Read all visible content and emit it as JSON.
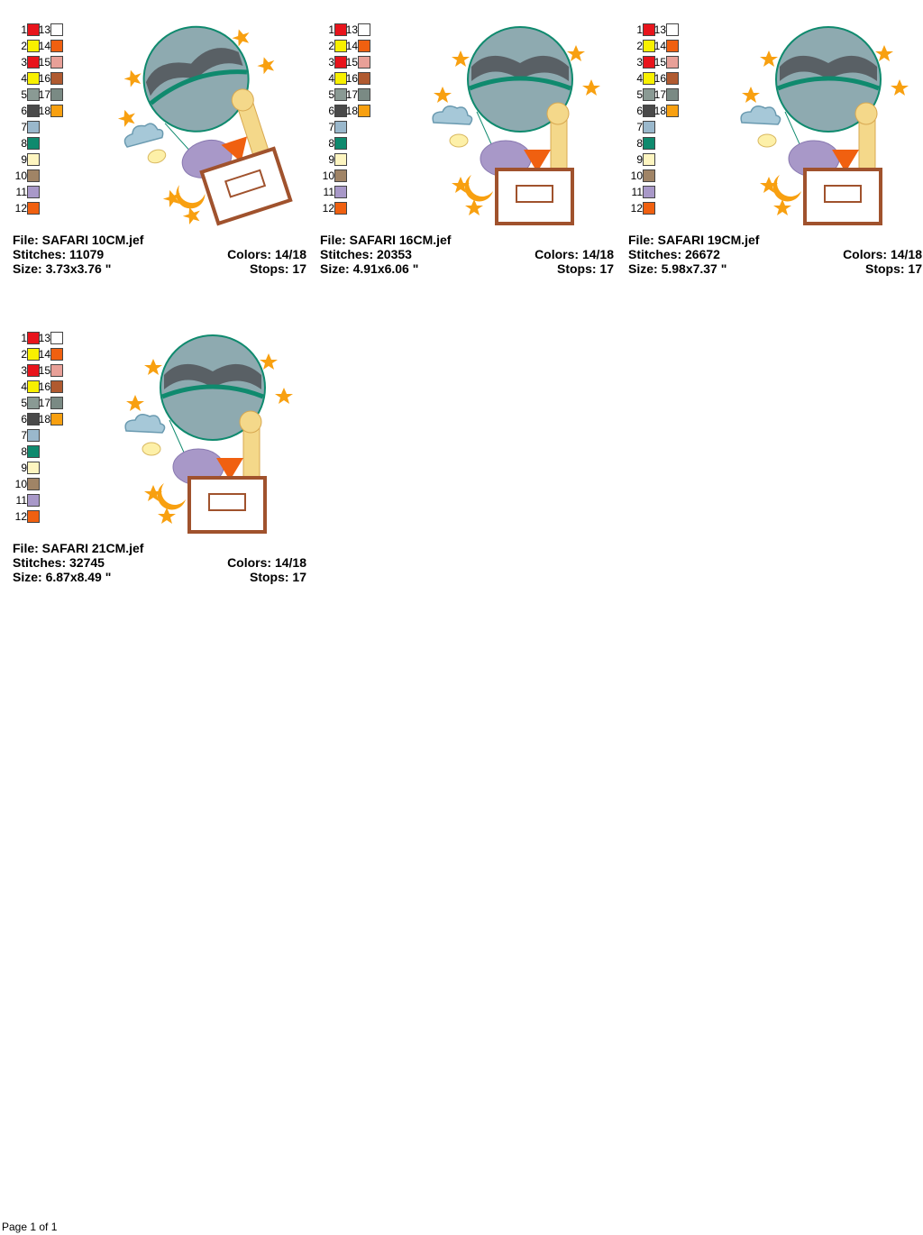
{
  "palette": {
    "numbers": [
      "1",
      "2",
      "3",
      "4",
      "5",
      "6",
      "7",
      "8",
      "9",
      "10",
      "11",
      "12",
      "13",
      "14",
      "15",
      "16",
      "17",
      "18"
    ],
    "colors": [
      "#e8141c",
      "#f8f000",
      "#e8141c",
      "#f8f000",
      "#8a9a94",
      "#4a4a4a",
      "#9ab8cc",
      "#0f8a6e",
      "#fdf5c0",
      "#a08466",
      "#a898c8",
      "#f06010",
      "#ffffff",
      "#f06010",
      "#e8a098",
      "#b05a30",
      "#7a8a84",
      "#f8a010"
    ]
  },
  "designs": [
    {
      "file": "File: SAFARI 10CM.jef",
      "stitches": "Stitches: 11079",
      "size": "Size: 3.73x3.76 \"",
      "colors": "Colors: 14/18",
      "stops": "Stops: 17"
    },
    {
      "file": "File: SAFARI 16CM.jef",
      "stitches": "Stitches: 20353",
      "size": "Size: 4.91x6.06 \"",
      "colors": "Colors: 14/18",
      "stops": "Stops: 17"
    },
    {
      "file": "File: SAFARI 19CM.jef",
      "stitches": "Stitches: 26672",
      "size": "Size: 5.98x7.37 \"",
      "colors": "Colors: 14/18",
      "stops": "Stops: 17"
    },
    {
      "file": "File: SAFARI 21CM.jef",
      "stitches": "Stitches: 32745",
      "size": "Size: 6.87x8.49 \"",
      "colors": "Colors: 14/18",
      "stops": "Stops: 17"
    }
  ],
  "footer": "Page 1 of 1"
}
